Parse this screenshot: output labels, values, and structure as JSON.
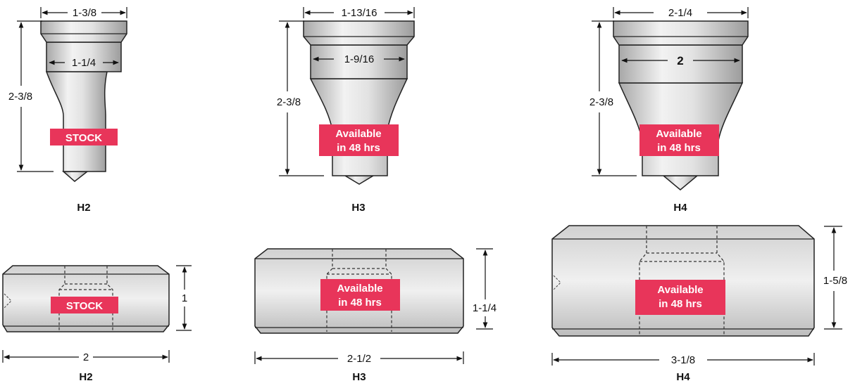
{
  "colors": {
    "badge": "#e8355a",
    "steel_light": "#e9e9e9",
    "steel_dark": "#9a9a9a",
    "outline": "#222222"
  },
  "punches": [
    {
      "model": "H2",
      "top_width": "1-3/8",
      "body_width": "1-1/4",
      "height": "2-3/8",
      "badge": [
        "STOCK"
      ]
    },
    {
      "model": "H3",
      "top_width": "1-13/16",
      "body_width": "1-9/16",
      "height": "2-3/8",
      "badge": [
        "Available",
        "in 48 hrs"
      ]
    },
    {
      "model": "H4",
      "top_width": "2-1/4",
      "body_width": "2",
      "height": "2-3/8",
      "badge": [
        "Available",
        "in 48 hrs"
      ]
    }
  ],
  "dies": [
    {
      "model": "H2",
      "width": "2",
      "height": "1",
      "badge": [
        "STOCK"
      ]
    },
    {
      "model": "H3",
      "width": "2-1/2",
      "height": "1-1/4",
      "badge": [
        "Available",
        "in 48 hrs"
      ]
    },
    {
      "model": "H4",
      "width": "3-1/8",
      "height": "1-5/8",
      "badge": [
        "Available",
        "in 48 hrs"
      ]
    }
  ]
}
